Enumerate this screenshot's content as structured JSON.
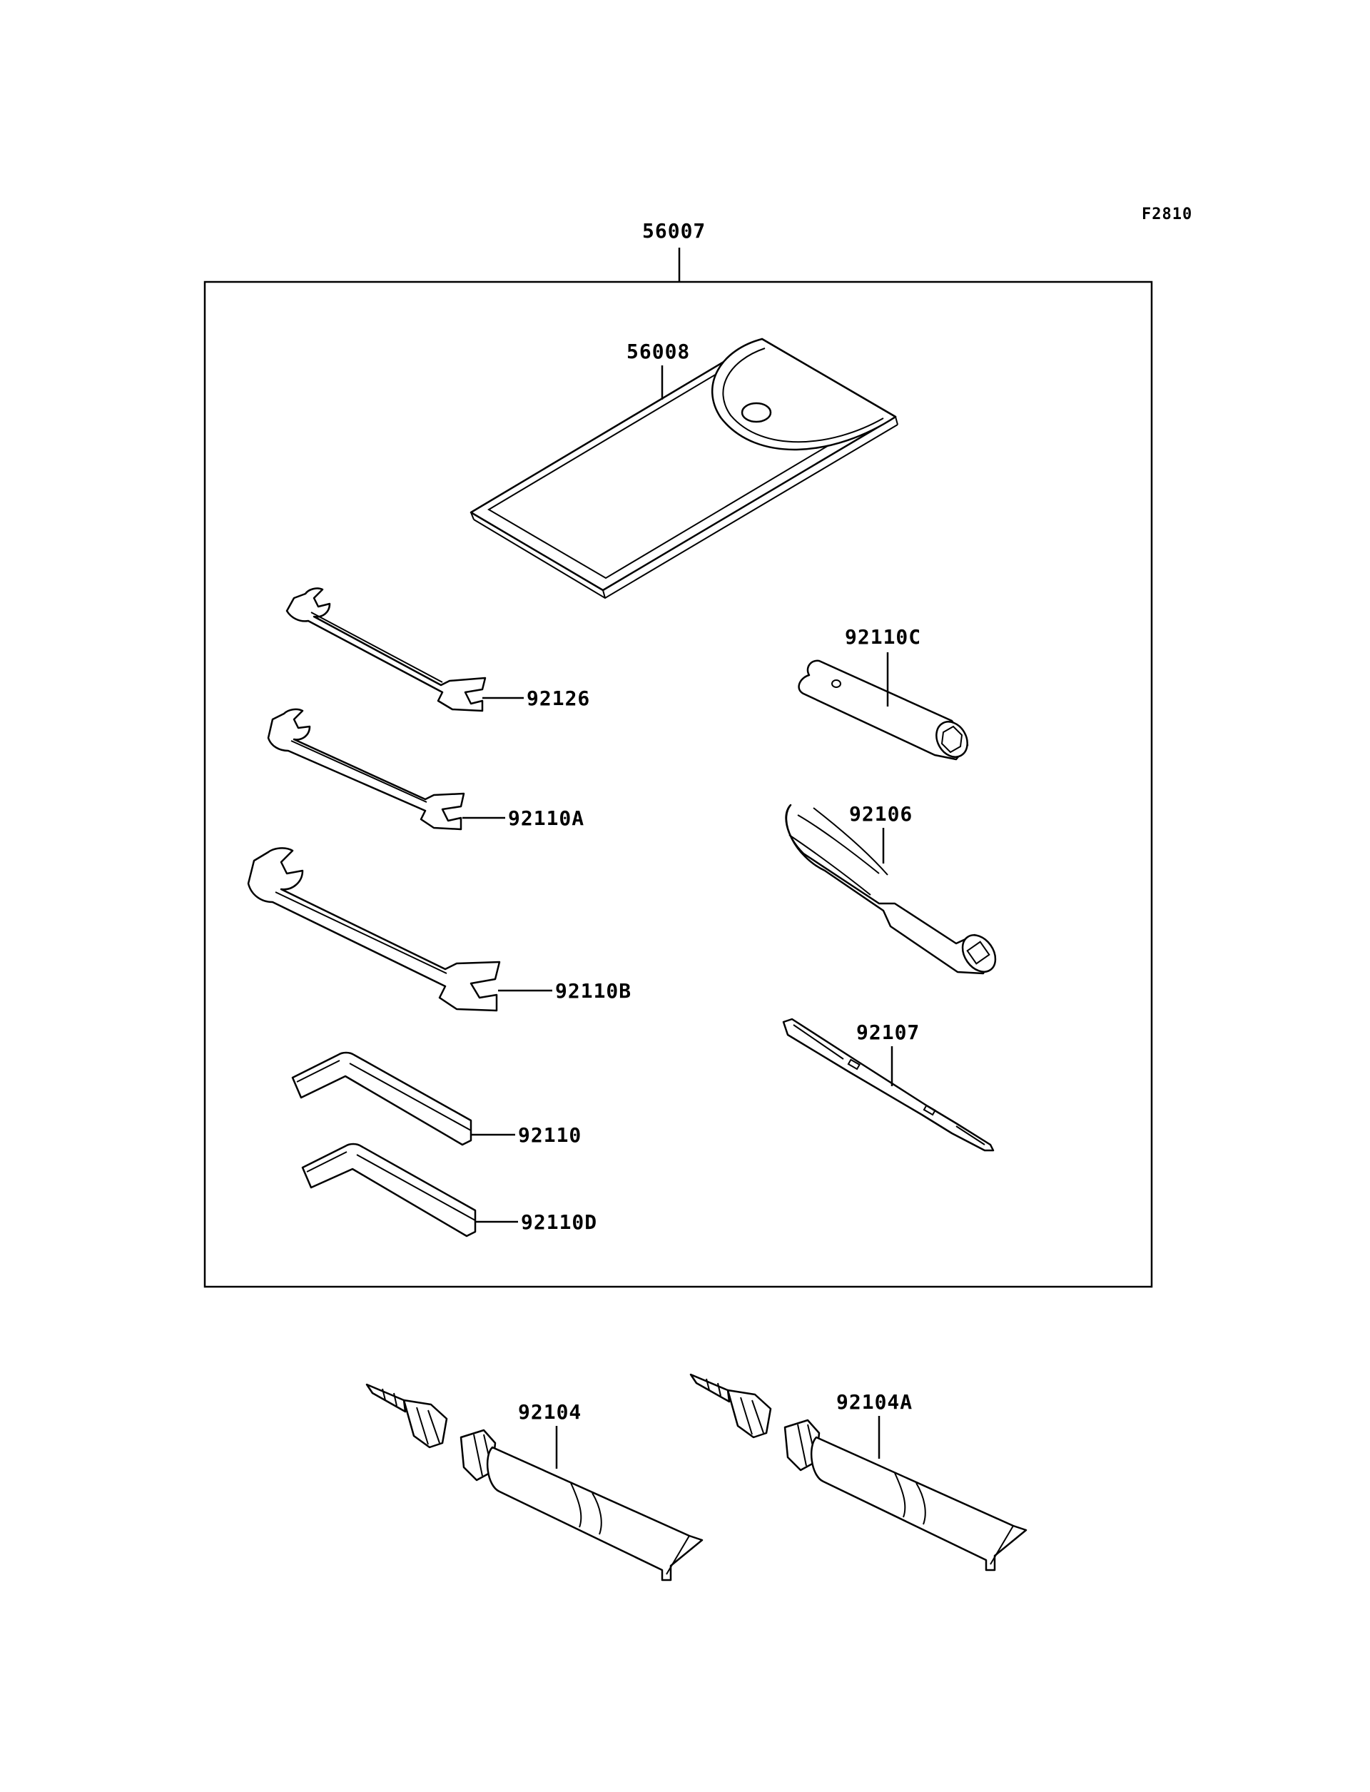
{
  "diagram": {
    "figure_code": "F2810",
    "assembly_label": "56007",
    "parts": {
      "p56008": "56008",
      "p92126": "92126",
      "p92110A": "92110A",
      "p92110B": "92110B",
      "p92110": "92110",
      "p92110D": "92110D",
      "p92110C": "92110C",
      "p92106": "92106",
      "p92107": "92107",
      "p92104": "92104",
      "p92104A": "92104A"
    }
  }
}
